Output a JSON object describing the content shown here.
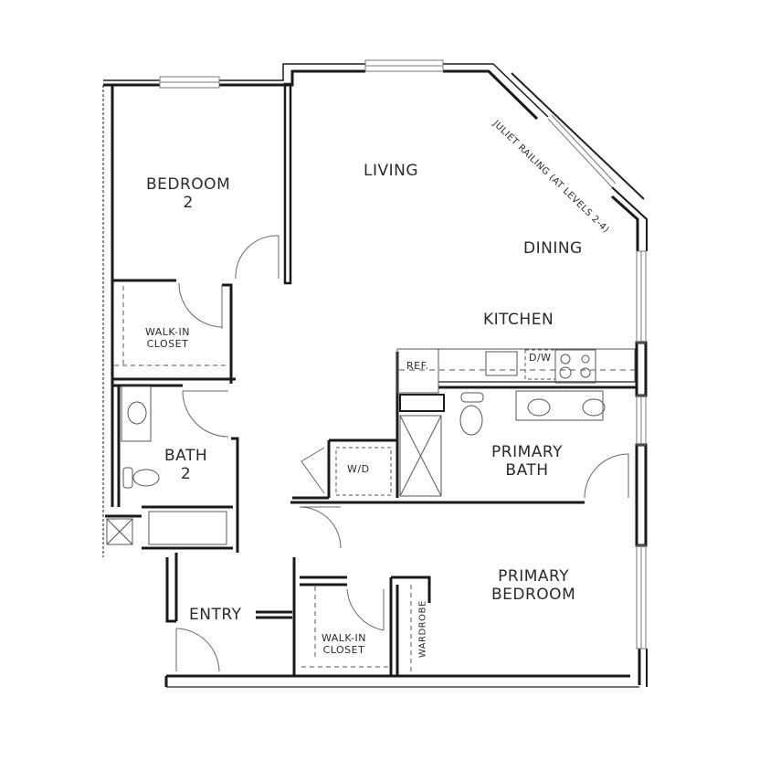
{
  "plan": {
    "type": "apartment floor plan",
    "colors": {
      "wall": "#1a1a1a",
      "fixture": "#555555",
      "background": "#ffffff"
    },
    "rooms": {
      "bedroom2": {
        "line1": "BEDROOM",
        "line2": "2"
      },
      "living": {
        "label": "LIVING"
      },
      "dining": {
        "label": "DINING"
      },
      "kitchen": {
        "label": "KITCHEN"
      },
      "walkin_closet_1": {
        "line1": "WALK-IN",
        "line2": "CLOSET"
      },
      "bath2": {
        "line1": "BATH",
        "line2": "2"
      },
      "primary_bath": {
        "line1": "PRIMARY",
        "line2": "BATH"
      },
      "wd": {
        "label": "W/D"
      },
      "entry": {
        "label": "ENTRY"
      },
      "walkin_closet_2": {
        "line1": "WALK-IN",
        "line2": "CLOSET"
      },
      "wardrobe": {
        "label": "WARDROBE"
      },
      "primary_bedroom": {
        "line1": "PRIMARY",
        "line2": "BEDROOM"
      }
    },
    "fixtures": {
      "refrigerator": "REF.",
      "dishwasher": "D/W"
    },
    "annotations": {
      "juliet_railing": "JULIET RAILING (AT LEVELS 2-4)"
    }
  }
}
